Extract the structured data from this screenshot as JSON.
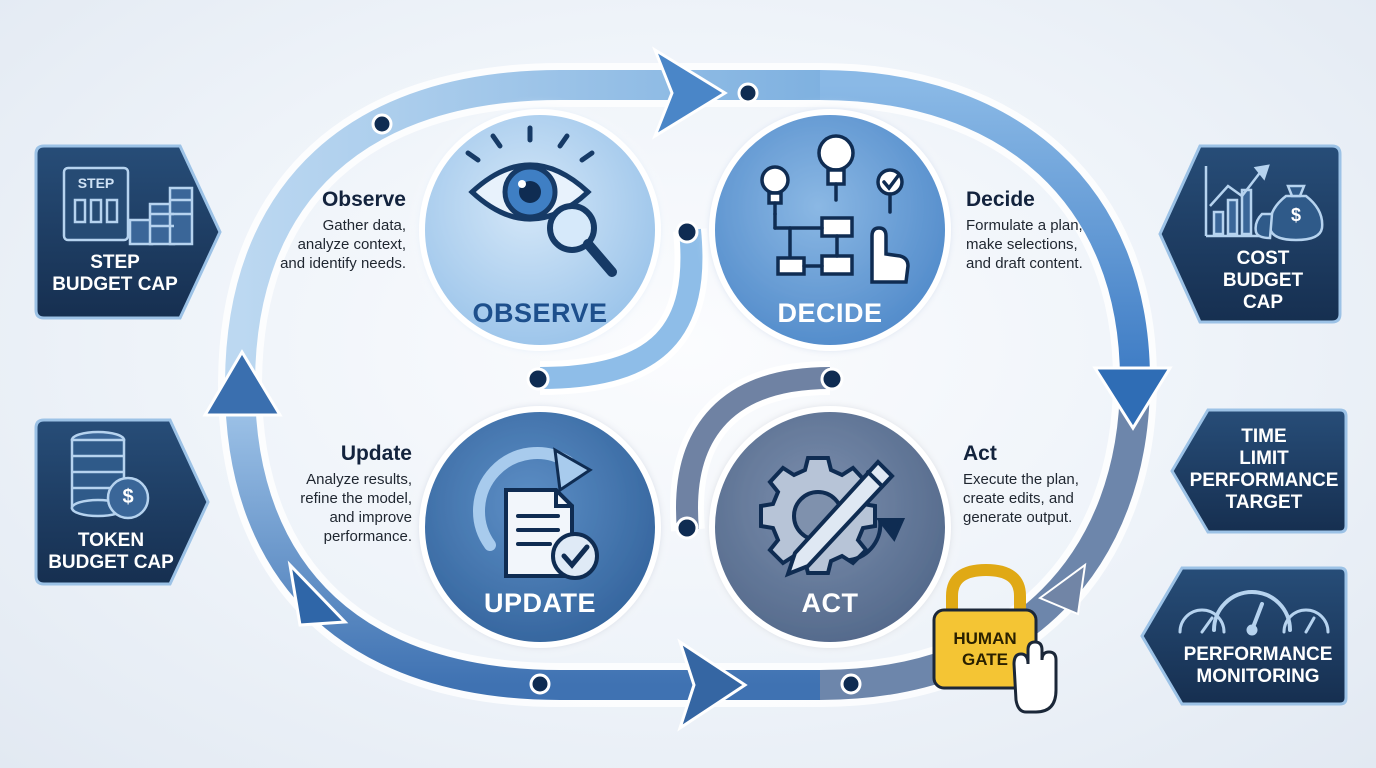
{
  "stages": [
    {
      "key": "observe",
      "title": "Observe",
      "circle_label": "OBSERVE",
      "description": [
        "Gather data,",
        "analyze context,",
        "and identify needs."
      ],
      "icon": "eye-magnifier-icon"
    },
    {
      "key": "decide",
      "title": "Decide",
      "circle_label": "DECIDE",
      "description": [
        "Formulate a plan,",
        "make selections,",
        "and draft content."
      ],
      "icon": "lightbulb-flowchart-icon"
    },
    {
      "key": "act",
      "title": "Act",
      "circle_label": "ACT",
      "description": [
        "Execute the plan,",
        "create edits, and",
        "generate output."
      ],
      "icon": "gear-pen-icon"
    },
    {
      "key": "update",
      "title": "Update",
      "circle_label": "UPDATE",
      "description": [
        "Analyze results,",
        "refine the model,",
        "and improve",
        "performance."
      ],
      "icon": "document-refresh-icon"
    }
  ],
  "badges": {
    "step": {
      "icon_text": "STEP",
      "lines": [
        "STEP",
        "BUDGET CAP"
      ],
      "icon": "step-budget-icon"
    },
    "token": {
      "lines": [
        "TOKEN",
        "BUDGET CAP"
      ],
      "icon": "coins-icon"
    },
    "cost": {
      "lines": [
        "COST",
        "BUDGET",
        "CAP"
      ],
      "icon": "chart-money-icon"
    },
    "time": {
      "lines": [
        "TIME",
        "LIMIT",
        "PERFORMANCE",
        "TARGET"
      ]
    },
    "monitoring": {
      "lines": [
        "PERFORMANCE",
        "MONITORING"
      ],
      "icon": "gauges-icon"
    }
  },
  "gate": {
    "lines": [
      "HUMAN",
      "GATE"
    ],
    "icon": "padlock-hand-icon"
  },
  "colors": {
    "badge_fill": "#1d3d63",
    "observe_circle": "#a9cdee",
    "decide_circle": "#5b93cf",
    "update_circle": "#3f6fa6",
    "act_circle": "#5f7494",
    "gate_yellow": "#f4c534"
  }
}
